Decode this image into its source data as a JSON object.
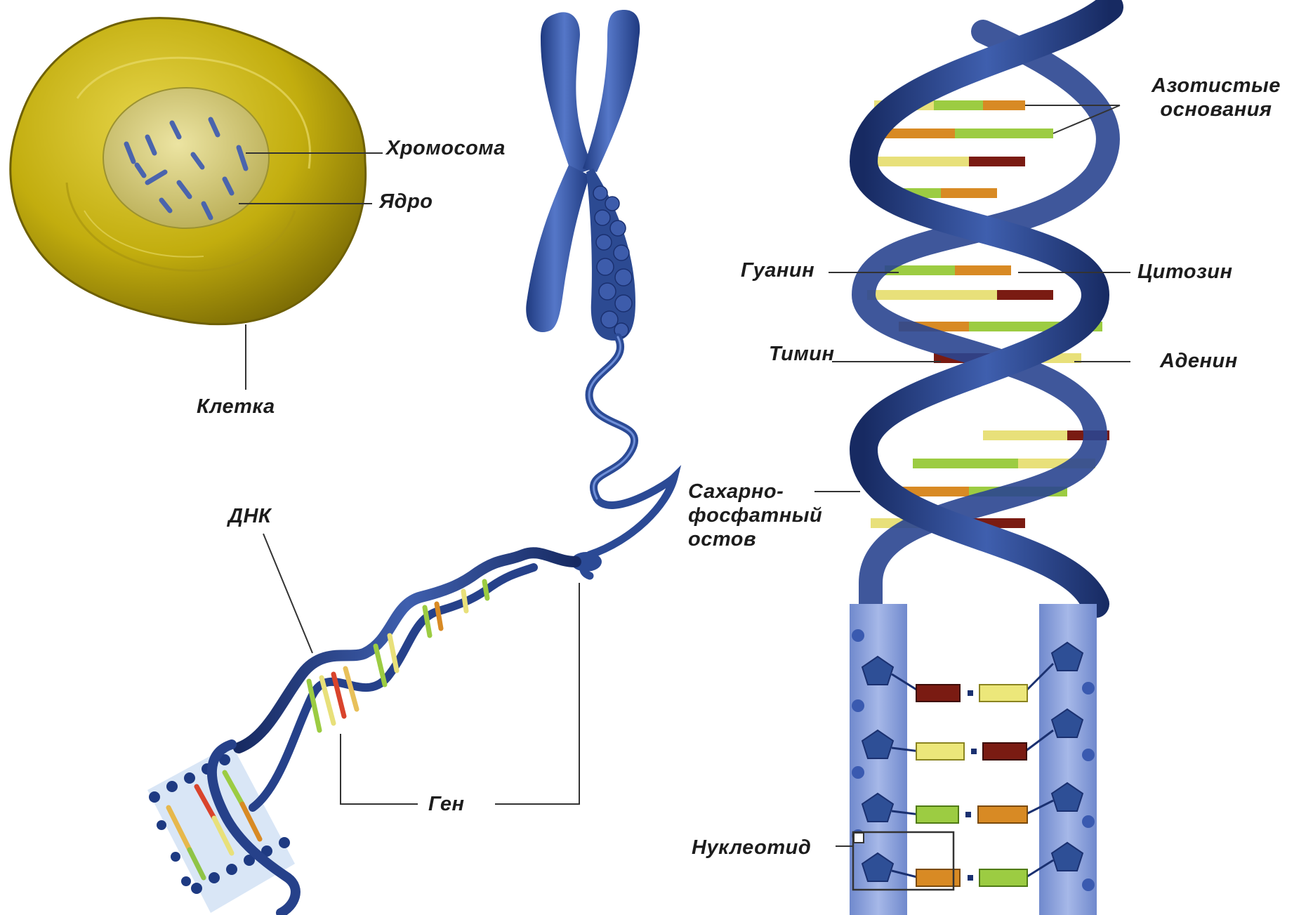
{
  "labels": {
    "chromosome": "Хромосома",
    "nucleus": "Ядро",
    "cell": "Клетка",
    "dna": "ДНК",
    "gene": "Ген",
    "nitrogenous_bases": "Азотистые\nоснования",
    "guanine": "Гуанин",
    "cytosine": "Цитозин",
    "thymine": "Тимин",
    "adenine": "Аденин",
    "sugar_phosphate_backbone": "Сахарно-\nфосфатный\nостов",
    "nucleotide": "Нуклеотид"
  },
  "colors": {
    "cell_body": "#c8b310",
    "cell_nucleus": "#d6cd7c",
    "chromosome": "#2e4f96",
    "backbone_dark": "#1f3470",
    "backbone_light": "#7f9ad6",
    "base_green": "#9ccc42",
    "base_yellow": "#ece77a",
    "base_orange": "#d88a24",
    "base_red": "#7a1b12"
  }
}
